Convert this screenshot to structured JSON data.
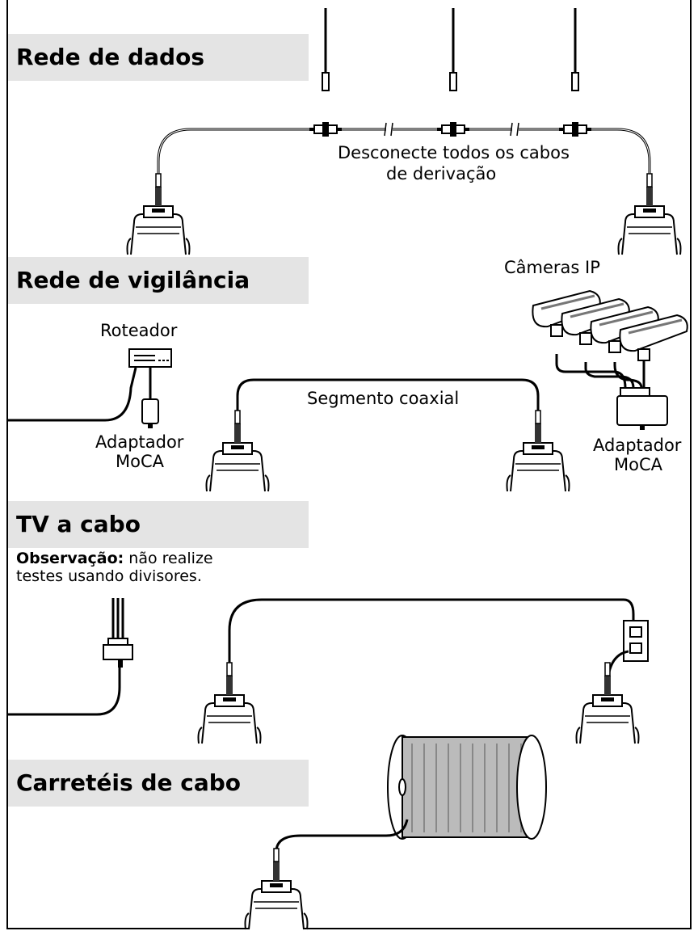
{
  "sections": {
    "data_network": {
      "title": "Rede de dados",
      "label_disconnect_1": "Desconecte todos os cabos",
      "label_disconnect_2": "de derivação"
    },
    "surveillance": {
      "title": "Rede de vigilância",
      "label_cameras": "Câmeras IP",
      "label_router": "Roteador",
      "label_coax": "Segmento coaxial",
      "label_adapter_left_1": "Adaptador",
      "label_adapter_left_2": "MoCA",
      "label_adapter_right_1": "Adaptador",
      "label_adapter_right_2": "MoCA"
    },
    "cable_tv": {
      "title": "TV a cabo",
      "note_bold": "Observação:",
      "note_line1_rest": " não realize",
      "note_line2": "testes usando divisores."
    },
    "reels": {
      "title": "Carretéis de cabo"
    }
  }
}
